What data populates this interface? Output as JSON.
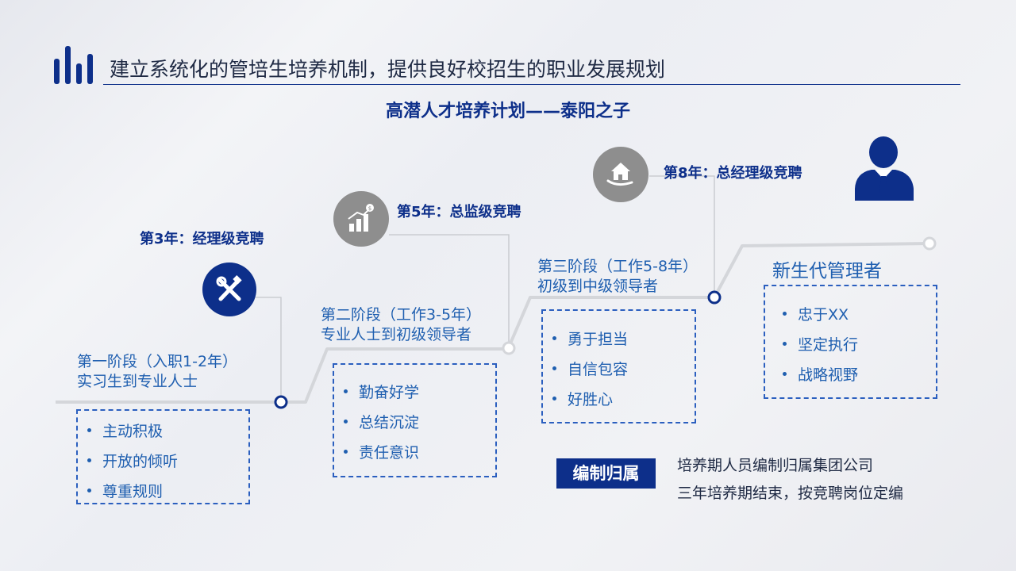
{
  "header": {
    "title": "建立系统化的管培生培养机制，提供良好校招生的职业发展规划",
    "subtitle": "高潜人才培养计划——泰阳之子"
  },
  "colors": {
    "primary": "#0d2f8a",
    "text_blue": "#1f5fb0",
    "path_gray": "#d4d6da",
    "icon_gray": "#8e8e8e"
  },
  "milestones": [
    {
      "label": "第3年：经理级竞聘",
      "icon": "tools-icon"
    },
    {
      "label": "第5年：总监级竞聘",
      "icon": "growth-chart-icon"
    },
    {
      "label": "第8年：总经理级竞聘",
      "icon": "house-in-hand-icon"
    }
  ],
  "stages": [
    {
      "line1": "第一阶段（入职1-2年）",
      "line2": "实习生到专业人士",
      "items": [
        "主动积极",
        "开放的倾听",
        "尊重规则"
      ]
    },
    {
      "line1": "第二阶段（工作3-5年）",
      "line2": "专业人士到初级领导者",
      "items": [
        "勤奋好学",
        "总结沉淀",
        "责任意识"
      ]
    },
    {
      "line1": "第三阶段（工作5-8年）",
      "line2": "初级到中级领导者",
      "items": [
        "勇于担当",
        "自信包容",
        "好胜心"
      ]
    },
    {
      "line1": "新生代管理者",
      "items": [
        "忠于XX",
        "坚定执行",
        "战略视野"
      ]
    }
  ],
  "org": {
    "tag": "编制归属",
    "line1": "培养期人员编制归属集团公司",
    "line2": "三年培养期结束，按竞聘岗位定编"
  },
  "icons": {
    "logo": "bar-chart-logo-icon",
    "person": "manager-person-icon"
  }
}
